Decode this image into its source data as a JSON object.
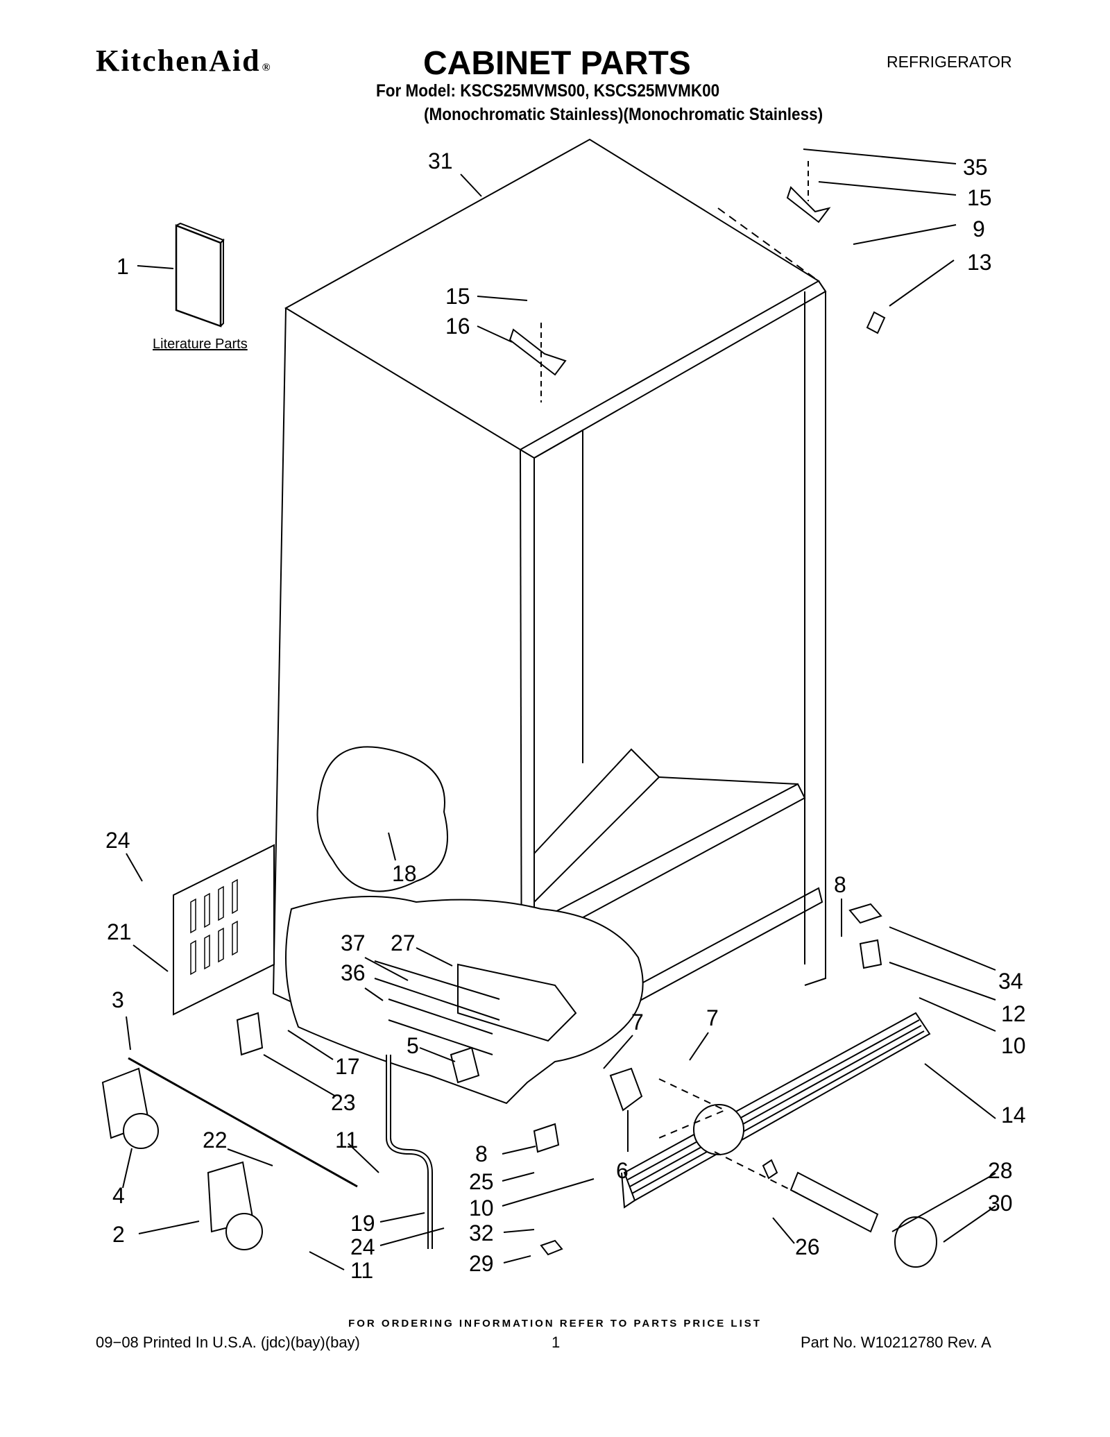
{
  "header": {
    "brand": "KitchenAid",
    "brand_mark": "®",
    "title": "CABINET PARTS",
    "appliance": "REFRIGERATOR",
    "model_line": "For Model: KSCS25MVMS00, KSCS25MVMK00",
    "variant_line": "(Monochromatic Stainless)(Monochromatic Stainless)"
  },
  "literature_label": "Literature Parts",
  "callouts": [
    "31",
    "35",
    "15",
    "9",
    "13",
    "1",
    "15",
    "16",
    "18",
    "24",
    "21",
    "8",
    "37",
    "27",
    "36",
    "34",
    "12",
    "10",
    "5",
    "7",
    "7",
    "3",
    "17",
    "23",
    "14",
    "11",
    "22",
    "8",
    "25",
    "6",
    "28",
    "30",
    "4",
    "10",
    "2",
    "19",
    "24",
    "32",
    "26",
    "29",
    "11"
  ],
  "footer": {
    "note": "FOR ORDERING INFORMATION REFER TO PARTS PRICE LIST",
    "printed": "09−08 Printed In U.S.A. (jdc)(bay)(bay)",
    "page": "1",
    "part_no": "Part No. W10212780 Rev. A"
  }
}
